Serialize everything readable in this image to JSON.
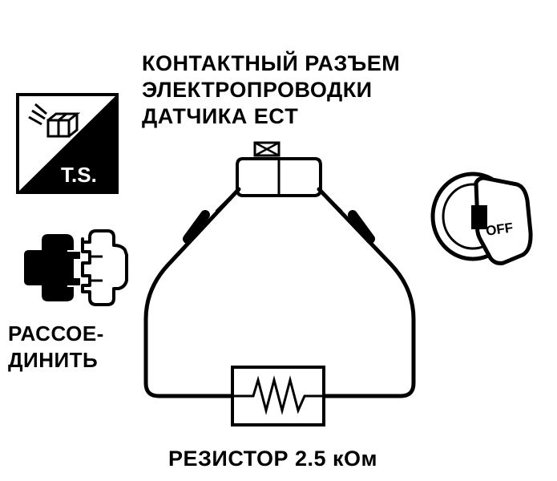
{
  "connector_label": {
    "line1": "КОНТАКТНЫЙ РАЗЪЕМ",
    "line2": "ЭЛЕКТРОПРОВОДКИ",
    "line3": "ДАТЧИКА ECT"
  },
  "disconnect_label": {
    "line1": "РАССОЕ-",
    "line2": "ДИНИТЬ"
  },
  "resistor_label": "РЕЗИСТОР 2.5 кОм",
  "ts_badge_text": "T.S.",
  "ignition_key_text": "OFF",
  "icons": {
    "ts_badge": "test-tool-badge-icon",
    "disconnect": "disconnected-plug-icon",
    "ignition": "ignition-off-key-icon",
    "connector": "sensor-connector-icon",
    "resistor": "resistor-icon"
  }
}
